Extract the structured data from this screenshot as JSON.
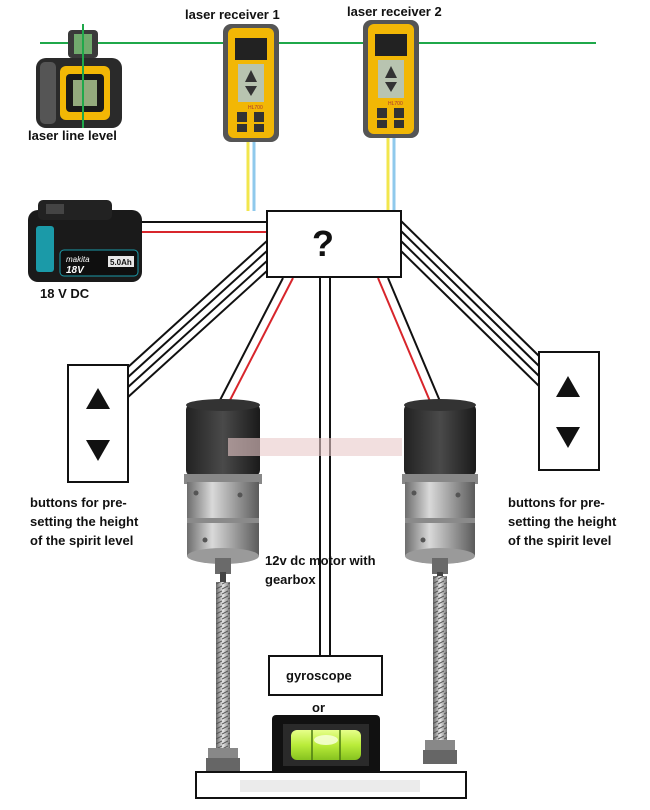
{
  "labels": {
    "laser_receiver_1": "laser receiver 1",
    "laser_receiver_2": "laser receiver 2",
    "laser_line_level": "laser line  level",
    "battery_voltage": "18 V DC",
    "controller": "?",
    "buttons_left": [
      "buttons for pre-",
      "setting the height",
      "of the spirit level"
    ],
    "buttons_right": [
      "buttons for pre-",
      "setting the height",
      "of the spirit level"
    ],
    "motor": [
      "12v dc motor with",
      "gearbox"
    ],
    "gyroscope": "gyroscope",
    "or": "or"
  },
  "device_text": {
    "battery_brand": "makita",
    "battery_rating": "18V",
    "battery_capacity": "5.0Ah",
    "receiver_model": "HL700"
  },
  "icons": [
    "laser-line-level-icon",
    "laser-receiver-icon",
    "battery-icon",
    "up-arrow-icon",
    "down-arrow-icon",
    "dc-motor-icon",
    "threaded-rod-icon",
    "spirit-level-icon"
  ],
  "colors": {
    "laser_beam": "#1fa84a",
    "wire_red": "#d8262c",
    "wire_black": "#111111",
    "wire_yellow": "#f2e64c",
    "wire_blue": "#8fc9ec",
    "receiver_body": "#f2b705",
    "battery_teal": "#1b9aa8",
    "bubble_green": "#b9ec3a"
  }
}
